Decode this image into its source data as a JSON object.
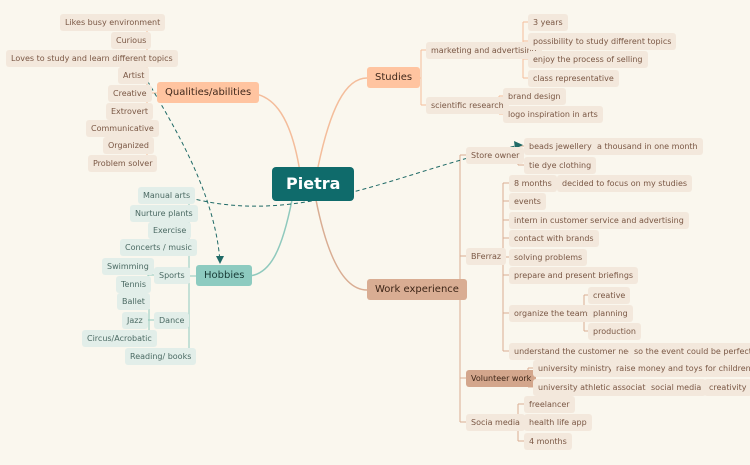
{
  "root": "Pietra",
  "qualities": {
    "label": "Qualities/abilities",
    "items": [
      "Likes busy environment",
      "Curious",
      "Loves to study and learn different topics",
      "Artist",
      "Creative",
      "Extrovert",
      "Communicative",
      "Organized",
      "Problem solver"
    ]
  },
  "hobbies": {
    "label": "Hobbies",
    "items": [
      "Manual arts",
      "Nurture plants",
      "Exercise",
      "Concerts / music",
      "Sports",
      "Swimming",
      "Tennis",
      "Dance",
      "Ballet",
      "Jazz",
      "Circus/Acrobatic",
      "Reading/ books"
    ]
  },
  "studies": {
    "label": "Studies",
    "items": [
      "marketing and advertising",
      "3 years",
      "possibility to study different topics",
      "enjoy the process of selling",
      "class representative",
      "scientific research",
      "brand design",
      "logo inspiration in arts"
    ]
  },
  "work": {
    "label": "Work experience",
    "items": [
      "Store owner",
      "beads jewellery",
      "a thousand in one month",
      "tie dye clothing",
      "BFerraz",
      "8 months",
      "decided to focus on my studies",
      "events",
      "intern in customer service and advertising",
      "contact with brands",
      "solving problems",
      "prepare and present briefings",
      "organize the teams",
      "creative",
      "planning",
      "production",
      "understand the customer needs",
      "so the event could be perfect",
      "Volunteer work",
      "university ministry",
      "raise money and toys for children",
      "university athletic association",
      "social media",
      "creativity",
      "Socia media",
      "freelancer",
      "health life app",
      "4 months"
    ]
  },
  "colors": {
    "background": "#faf7ee",
    "root": "#0f6b6b",
    "qualities": "#ffc4a0",
    "studies": "#ffc4a0",
    "hobbies": "#8dcbc0",
    "work": "#d9ad93",
    "dashed_link": "#1f6a66"
  }
}
